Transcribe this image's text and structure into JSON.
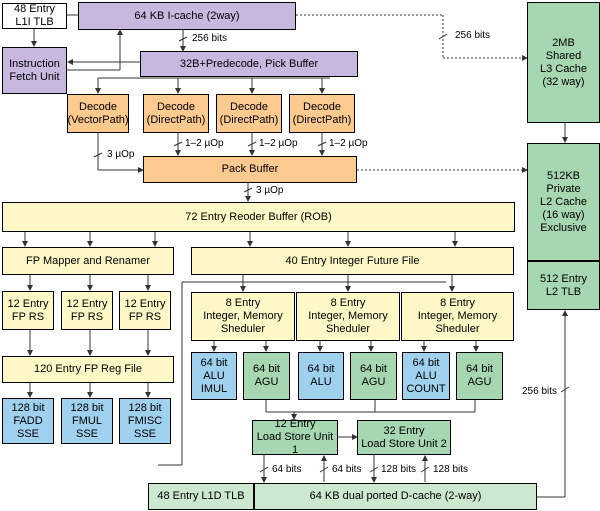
{
  "boxes": {
    "l1i_tlb": "48 Entry\nL1I TLB",
    "icache": "64 KB I-cache (2way)",
    "ifu": "Instruction\nFetch Unit",
    "predecode": "32B+Predecode, Pick Buffer",
    "decode_vector": "Decode\n(VectorPath)",
    "decode_direct_1": "Decode\n(DirectPath)",
    "decode_direct_2": "Decode\n(DirectPath)",
    "decode_direct_3": "Decode\n(DirectPath)",
    "pack_buffer": "Pack Buffer",
    "rob": "72 Entry Reoder Buffer (ROB)",
    "fp_mapper": "FP Mapper and Renamer",
    "int_future": "40 Entry Integer Future File",
    "fp_rs_1": "12 Entry\nFP RS",
    "fp_rs_2": "12 Entry\nFP RS",
    "fp_rs_3": "12 Entry\nFP RS",
    "sched_1": "8 Entry\nInteger, Memory\nSheduler",
    "sched_2": "8 Entry\nInteger, Memory\nSheduler",
    "sched_3": "8 Entry\nInteger, Memory\nSheduler",
    "fp_regfile": "120 Entry FP  Reg File",
    "fadd": "128 bit\nFADD\nSSE",
    "fmul": "128 bit\nFMUL\nSSE",
    "fmisc": "128 bit\nFMISC\nSSE",
    "alu_imul": "64 bit\nALU\nIMUL",
    "agu_1": "64 bit\nAGU",
    "alu_2": "64 bit\nALU",
    "agu_2": "64 bit\nAGU",
    "alu_count": "64 bit\nALU\nCOUNT",
    "agu_3": "64 bit\nAGU",
    "lsu_1": "12 Entry\nLoad Store Unit 1",
    "lsu_2": "32 Entry\nLoad Store Unit 2",
    "l1d_tlb": "48 Entry L1D TLB",
    "dcache": "64 KB dual ported D-cache (2-way)",
    "l3": "2MB\nShared\nL3 Cache\n(32 way)",
    "l2": "512KB\nPrivate\nL2 Cache\n(16 way)\nExclusive",
    "l2_tlb": "512 Entry\nL2 TLB"
  },
  "labels": {
    "bits_256_a": "256 bits",
    "bits_256_b": "256 bits",
    "bits_256_c": "256 bits",
    "uop_3_a": "3 µOp",
    "uop_12_a": "1–2 µOp",
    "uop_12_b": "1–2 µOp",
    "uop_12_c": "1–2 µOp",
    "uop_3_b": "3 µOp",
    "bits_64_a": "64 bits",
    "bits_64_b": "64 bits",
    "bits_128_a": "128 bits",
    "bits_128_b": "128 bits"
  }
}
